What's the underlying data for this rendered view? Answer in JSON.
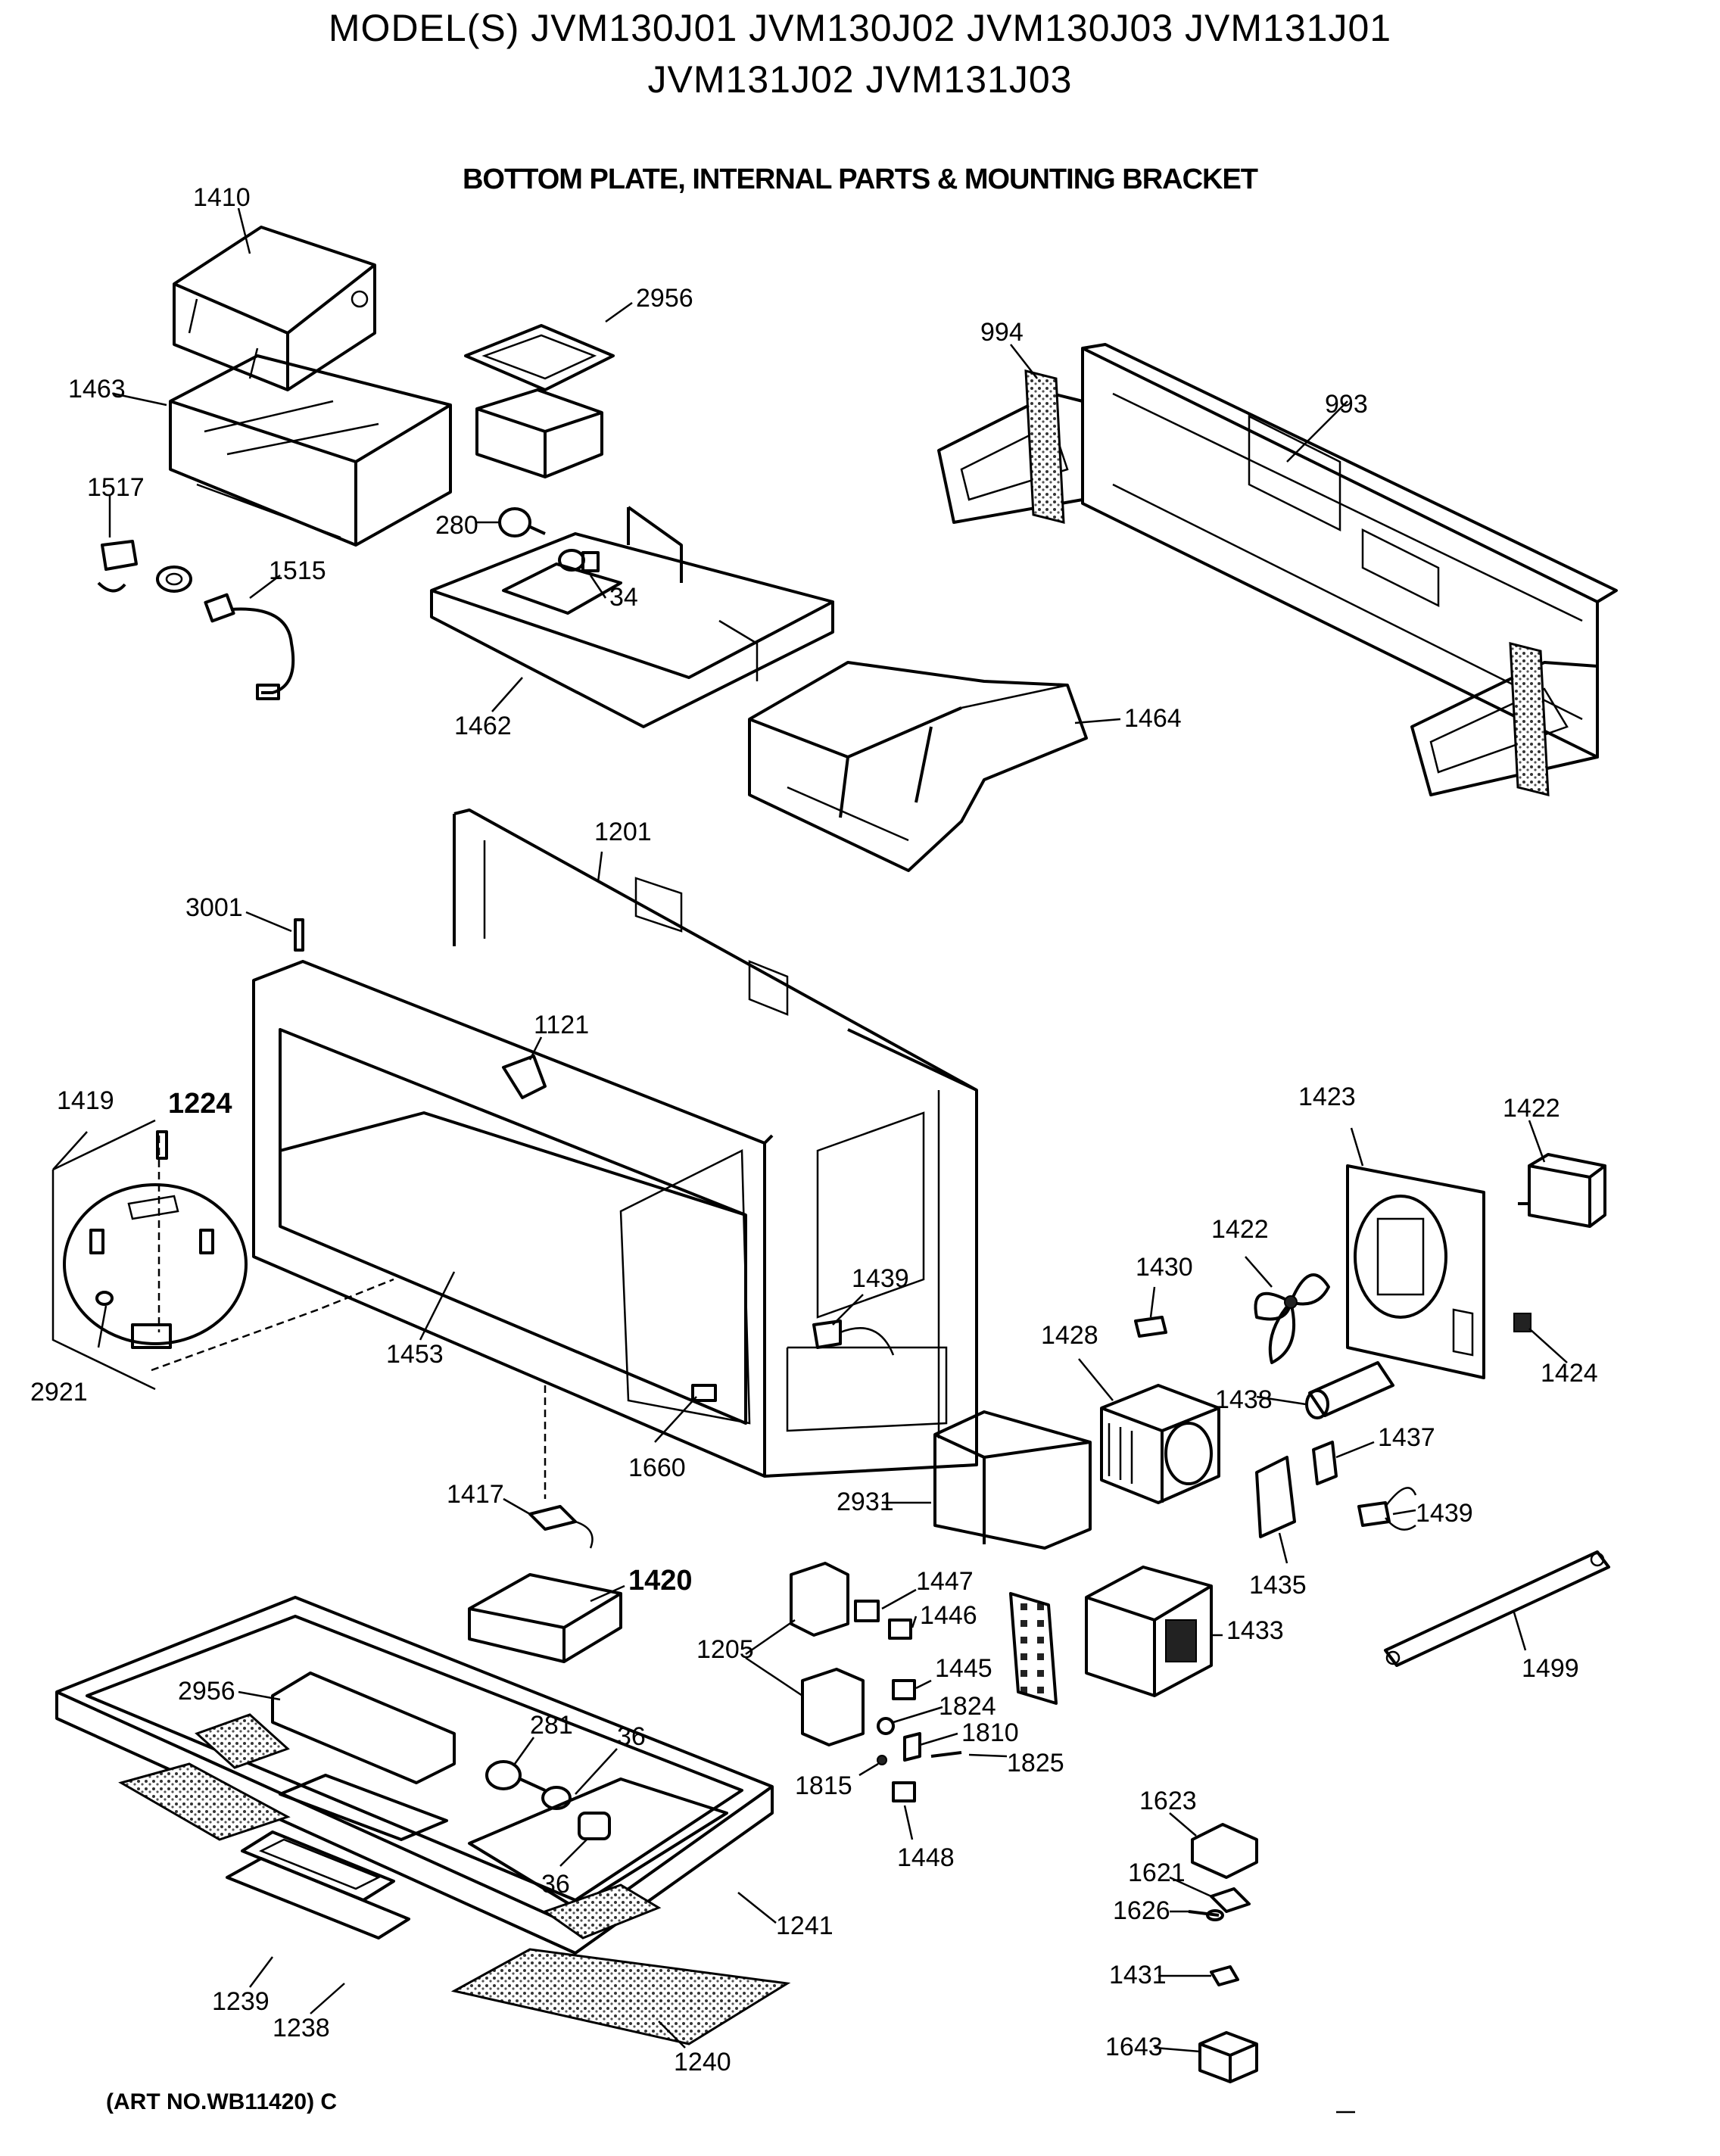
{
  "header": {
    "models_line1": "MODEL(S) JVM130J01  JVM130J02  JVM130J03  JVM131J01",
    "models_line2": "JVM131J02  JVM131J03",
    "section_title": "BOTTOM PLATE, INTERNAL PARTS & MOUNTING BRACKET"
  },
  "footer": {
    "art_number": "(ART NO.WB11420) C"
  },
  "callouts": {
    "c1410": "1410",
    "c2956_top": "2956",
    "c994": "994",
    "c993": "993",
    "c1463": "1463",
    "c1517": "1517",
    "c1515": "1515",
    "c280": "280",
    "c34": "34",
    "c1462": "1462",
    "c1464": "1464",
    "c1201": "1201",
    "c3001": "3001",
    "c1121": "1121",
    "c1419": "1419",
    "c1224": "1224",
    "c2921": "2921",
    "c1453": "1453",
    "c1439_cavity": "1439",
    "c1660": "1660",
    "c1423": "1423",
    "c1422_motor": "1422",
    "c1422_fan": "1422",
    "c1430": "1430",
    "c1428": "1428",
    "c1424": "1424",
    "c1438": "1438",
    "c1437": "1437",
    "c1439_wire": "1439",
    "c1417": "1417",
    "c1420": "1420",
    "c2931": "2931",
    "c1435": "1435",
    "c1447": "1447",
    "c1446": "1446",
    "c1205": "1205",
    "c1445": "1445",
    "c1433": "1433",
    "c1499": "1499",
    "c2956_bottom": "2956",
    "c281": "281",
    "c36_a": "36",
    "c36_b": "36",
    "c1824": "1824",
    "c1810": "1810",
    "c1825": "1825",
    "c1815": "1815",
    "c1448": "1448",
    "c1623": "1623",
    "c1621": "1621",
    "c1626": "1626",
    "c1431": "1431",
    "c1643": "1643",
    "c1241": "1241",
    "c1239": "1239",
    "c1238": "1238",
    "c1240": "1240"
  }
}
